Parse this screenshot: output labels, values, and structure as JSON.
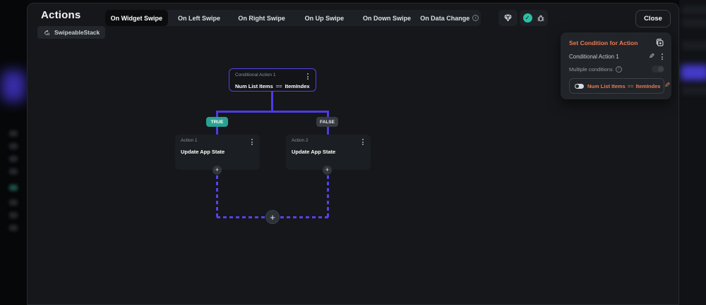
{
  "header": {
    "title": "Actions",
    "close_label": "Close"
  },
  "tabs": [
    {
      "label": "On Widget Swipe",
      "active": true
    },
    {
      "label": "On Left Swipe",
      "active": false
    },
    {
      "label": "On Right Swipe",
      "active": false
    },
    {
      "label": "On Up Swipe",
      "active": false
    },
    {
      "label": "On Down Swipe",
      "active": false
    },
    {
      "label": "On Data Change",
      "active": false,
      "has_info": true
    }
  ],
  "widget_chip": {
    "label": "SwipeableStack"
  },
  "flow": {
    "conditional_node": {
      "title": "Conditional Action 1",
      "condition_lhs": "Num List Items",
      "condition_op": "==",
      "condition_rhs": "ItemIndex"
    },
    "branch_true_label": "TRUE",
    "branch_false_label": "FALSE",
    "action_nodes": [
      {
        "title": "Action 1",
        "action": "Update App State"
      },
      {
        "title": "Action 2",
        "action": "Update App State"
      }
    ]
  },
  "side_panel": {
    "title": "Set Condition for Action",
    "action_name": "Conditional Action 1",
    "multiple_conditions_label": "Multiple conditions",
    "condition": {
      "lhs": "Num List Items",
      "op": "==",
      "rhs": "ItemIndex"
    }
  },
  "icons": {
    "plus": "+",
    "check": "✓",
    "kebab": "⋮",
    "pencil": "✎",
    "info": "i"
  },
  "colors": {
    "accent_purple": "#4c3be4",
    "accent_teal": "#2aa192",
    "accent_orange": "#ed7950",
    "true_badge_bg": "#2aa192",
    "false_badge_bg": "#363b41"
  }
}
